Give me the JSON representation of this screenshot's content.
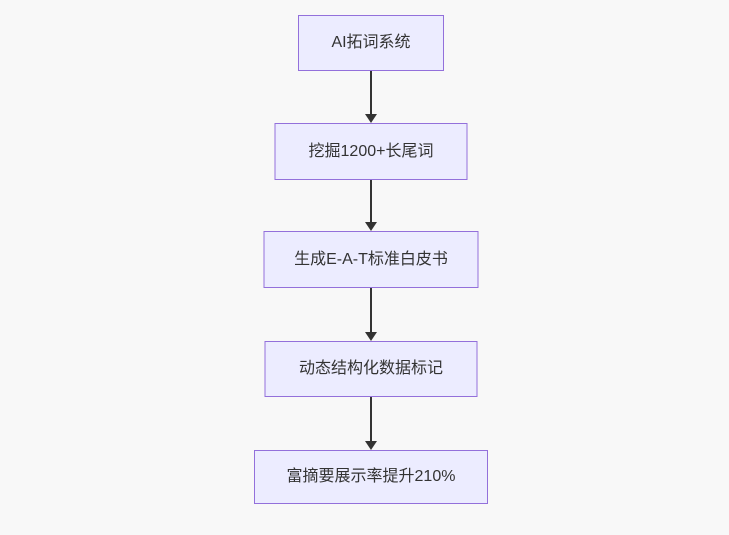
{
  "diagram": {
    "type": "flowchart",
    "direction": "top-down",
    "nodes": [
      {
        "id": "node-ai-expansion-system",
        "label": "AI拓词系统"
      },
      {
        "id": "node-mine-longtail-words",
        "label": "挖掘1200+长尾词"
      },
      {
        "id": "node-generate-eat-whitepaper",
        "label": "生成E-A-T标准白皮书"
      },
      {
        "id": "node-structured-data-markup",
        "label": "动态结构化数据标记"
      },
      {
        "id": "node-rich-snippet-result",
        "label": "富摘要展示率提升210%"
      }
    ],
    "edges": [
      {
        "from": "node-ai-expansion-system",
        "to": "node-mine-longtail-words"
      },
      {
        "from": "node-mine-longtail-words",
        "to": "node-generate-eat-whitepaper"
      },
      {
        "from": "node-generate-eat-whitepaper",
        "to": "node-structured-data-markup"
      },
      {
        "from": "node-structured-data-markup",
        "to": "node-rich-snippet-result"
      }
    ],
    "colors": {
      "node_fill": "#ECECFF",
      "node_border": "#9370DB",
      "edge": "#333333",
      "text": "#333333",
      "background": "#F8F8F8"
    }
  }
}
